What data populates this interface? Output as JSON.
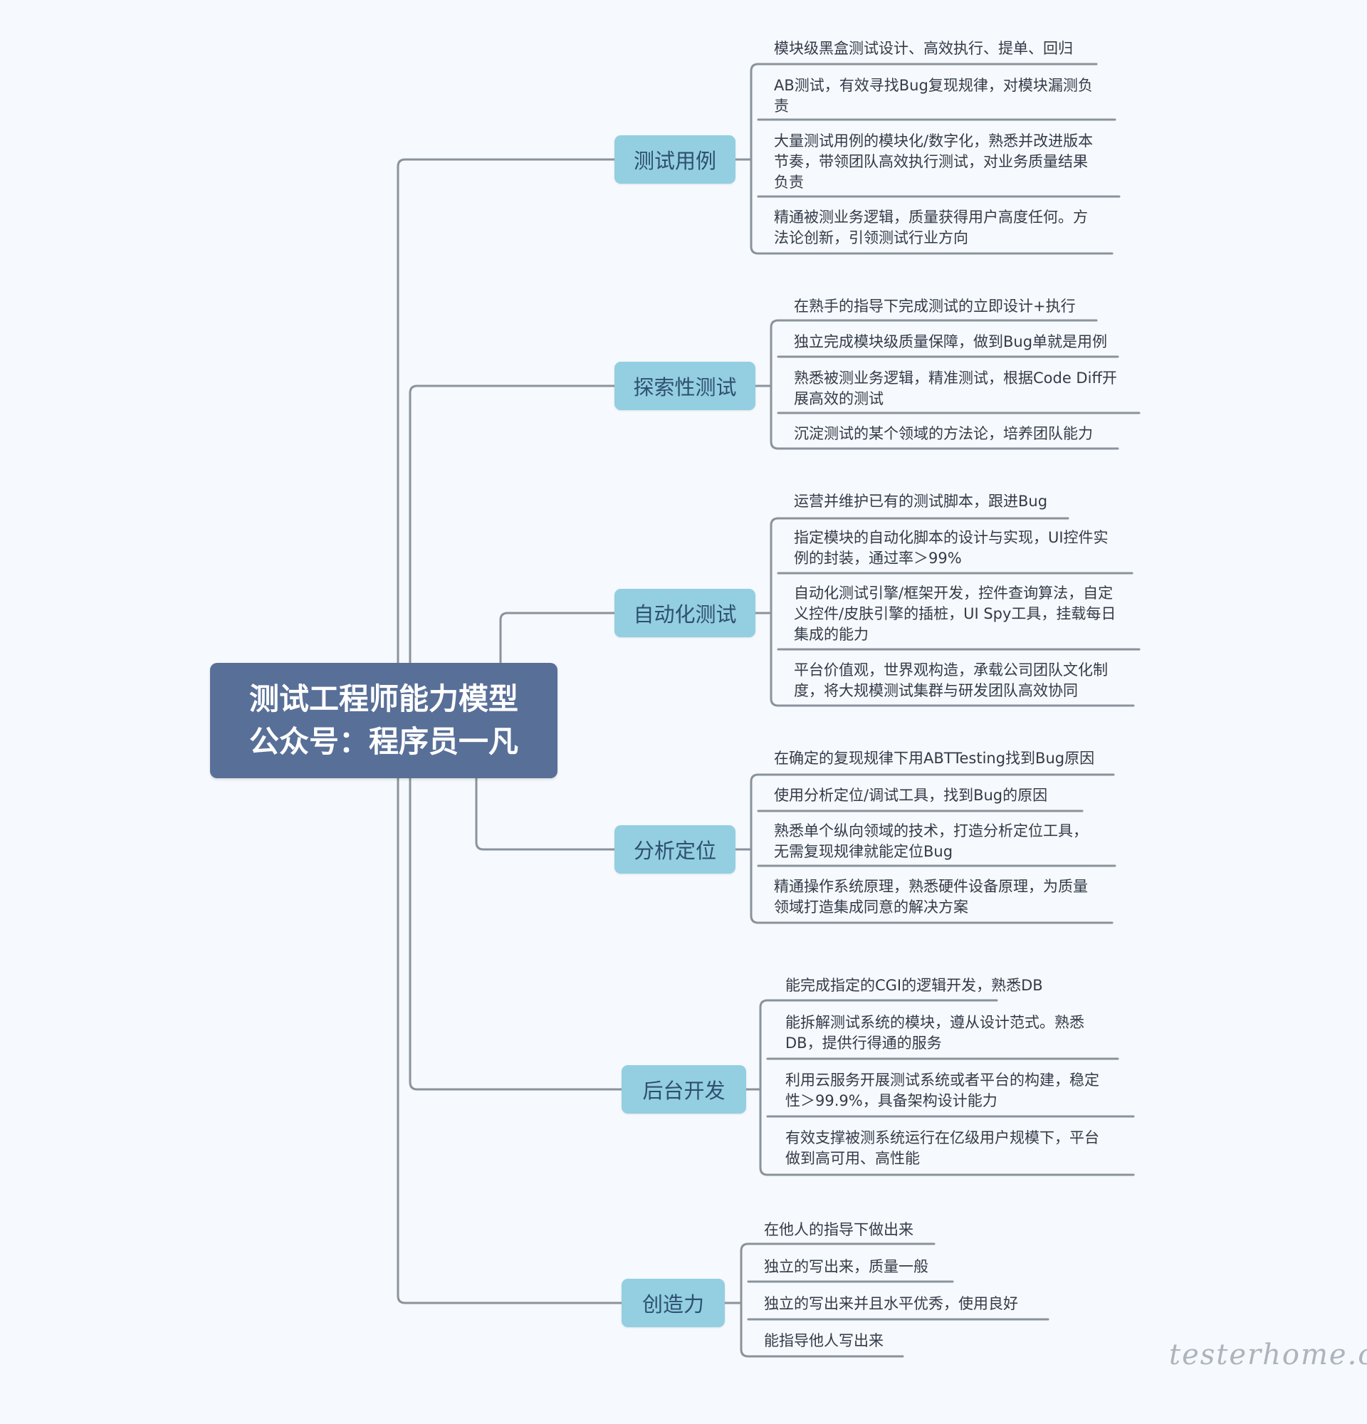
{
  "root": {
    "line1": "测试工程师能力模型",
    "line2": "公众号：程序员一凡"
  },
  "branches": [
    {
      "label": "测试用例",
      "items": [
        "模块级黑盒测试设计、高效执行、提单、回归",
        "AB测试，有效寻找Bug复现规律，对模块漏测负\n责",
        "大量测试用例的模块化/数字化，熟悉并改进版本\n节奏，带领团队高效执行测试，对业务质量结果\n负责",
        "精通被测业务逻辑，质量获得用户高度任何。方\n法论创新，引领测试行业方向"
      ]
    },
    {
      "label": "探索性测试",
      "items": [
        "在熟手的指导下完成测试的立即设计+执行",
        "独立完成模块级质量保障，做到Bug单就是用例",
        "熟悉被测业务逻辑，精准测试，根据Code Diff开\n展高效的测试",
        "沉淀测试的某个领域的方法论，培养团队能力"
      ]
    },
    {
      "label": "自动化测试",
      "items": [
        "运营并维护已有的测试脚本，跟进Bug",
        "指定模块的自动化脚本的设计与实现，UI控件实\n例的封装，通过率＞99%",
        "自动化测试引擎/框架开发，控件查询算法，自定\n义控件/皮肤引擎的插桩，UI Spy工具，挂载每日\n集成的能力",
        "平台价值观，世界观构造，承载公司团队文化制\n度，将大规模测试集群与研发团队高效协同"
      ]
    },
    {
      "label": "分析定位",
      "items": [
        "在确定的复现规律下用ABTTesting找到Bug原因",
        "使用分析定位/调试工具，找到Bug的原因",
        "熟悉单个纵向领域的技术，打造分析定位工具，\n无需复现规律就能定位Bug",
        "精通操作系统原理，熟悉硬件设备原理，为质量\n领域打造集成同意的解决方案"
      ]
    },
    {
      "label": "后台开发",
      "items": [
        "能完成指定的CGI的逻辑开发，熟悉DB",
        "能拆解测试系统的模块，遵从设计范式。熟悉\nDB，提供行得通的服务",
        "利用云服务开展测试系统或者平台的构建，稳定\n性＞99.9%，具备架构设计能力",
        "有效支撑被测系统运行在亿级用户规模下，平台\n做到高可用、高性能"
      ]
    },
    {
      "label": "创造力",
      "items": [
        "在他人的指导下做出来",
        "独立的写出来，质量一般",
        "独立的写出来并且水平优秀，使用良好",
        "能指导他人写出来"
      ]
    }
  ],
  "watermark": "testerhome.com",
  "colors": {
    "root": "#586f98",
    "branch": "#93cfe1",
    "line": "#8a939c"
  }
}
